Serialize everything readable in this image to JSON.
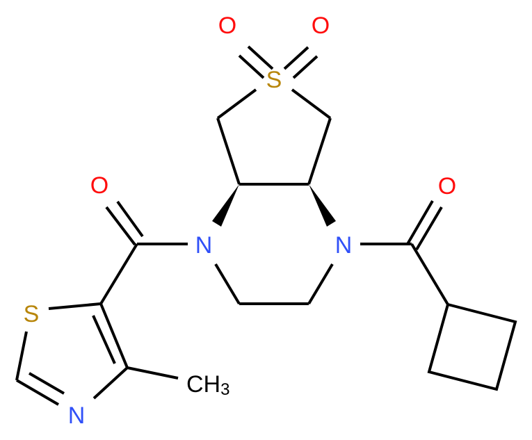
{
  "diagram": {
    "type": "chemical-structure",
    "description": "Hexahydrothieno[3,4-b]pyrazine 6,6-dioxide bearing a cyclobutanecarbonyl and a 4-methylthiazole-5-carbonyl on the two nitrogens",
    "colors": {
      "bond": "#000000",
      "oxygen": "#ff0d0d",
      "nitrogen": "#3050f8",
      "sulfur": "#b8860b",
      "carbon": "#000000"
    },
    "atoms": {
      "o_sulfone_left": "O",
      "o_sulfone_right": "O",
      "s_sulfone": "S",
      "o_carbonyl_left": "O",
      "n_left": "N",
      "n_right": "N",
      "o_carbonyl_right": "O",
      "s_thiazole": "S",
      "n_thiazole": "N",
      "methyl_c": "CH",
      "methyl_sub": "3"
    }
  }
}
